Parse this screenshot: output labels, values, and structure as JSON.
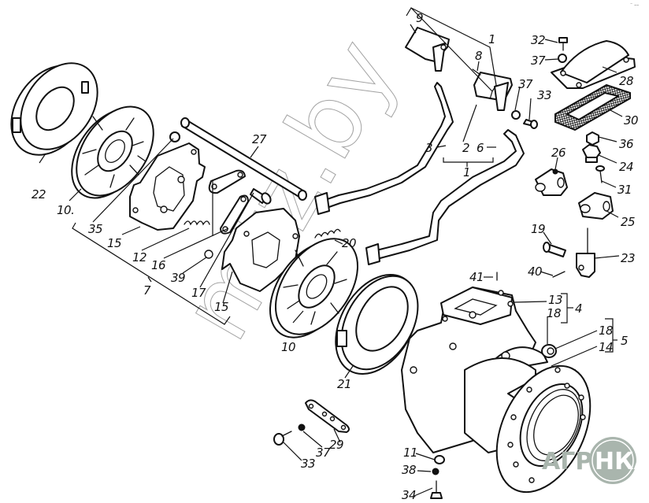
{
  "diagram": {
    "type": "exploded-parts-view",
    "corner_mark": "⁻ ––",
    "watermark": "mtz.by",
    "logo": {
      "text_outside": "АГРО",
      "text_inside": "НКА",
      "color": "#a9b5ad"
    },
    "colors": {
      "line": "#111111",
      "background": "#ffffff",
      "watermark": "#9a9a9a"
    },
    "labels": {
      "p1_top": "1",
      "p1_mid": "1",
      "p2": "2",
      "p3": "3",
      "p4": "4",
      "p5": "5",
      "p6": "6",
      "p7": "7",
      "p8": "8",
      "p9": "9",
      "p10_left": "10.",
      "p10_mid": "10",
      "p11": "11",
      "p12": "12",
      "p13": "13",
      "p14": "14",
      "p15_left": "15",
      "p15_mid": "15",
      "p16": "16",
      "p17": "17",
      "p18_a": "18",
      "p18_b": "18",
      "p19": "19",
      "p20": "20",
      "p21": "21",
      "p22": "22",
      "p23": "23",
      "p24": "24",
      "p25": "25",
      "p26": "26",
      "p27": "27",
      "p28": "28",
      "p29": "29",
      "p30": "30",
      "p31": "31",
      "p32": "32",
      "p33_top": "33",
      "p33_bottom": "33",
      "p34": "34",
      "p35": "35",
      "p36": "36",
      "p37_top": "37",
      "p37_mid": "37",
      "p37_bottom": "37",
      "p38": "38",
      "p39": "39",
      "p40": "40",
      "p41": "41"
    }
  }
}
